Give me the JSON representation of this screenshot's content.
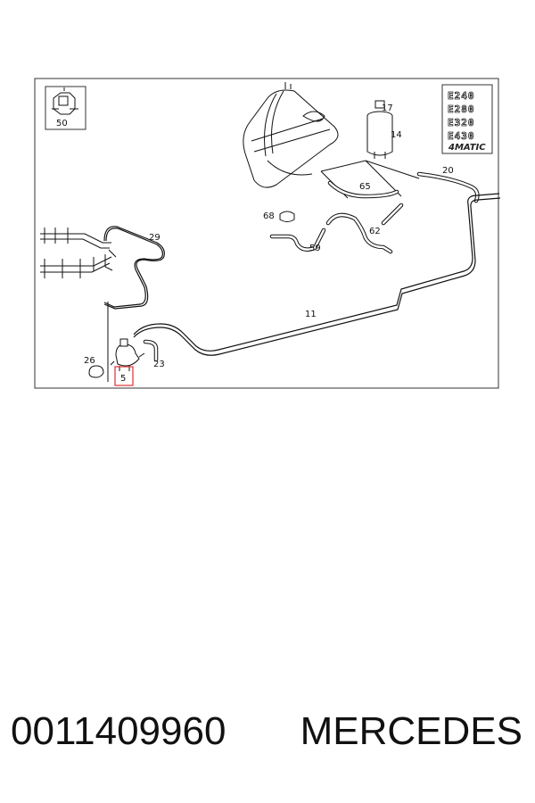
{
  "diagram": {
    "callouts": {
      "c50": "50",
      "c17": "17",
      "c14": "14",
      "c20": "20",
      "c65": "65",
      "c68": "68",
      "c59": "59",
      "c62": "62",
      "c29": "29",
      "c11": "11",
      "c26": "26",
      "c23": "23",
      "c5": "5"
    },
    "models": [
      "E240",
      "E280",
      "E320",
      "E430",
      "4MATIC"
    ],
    "highlight_color": "#e03030"
  },
  "footer": {
    "part_number": "0011409960",
    "brand": "MERCEDES"
  }
}
